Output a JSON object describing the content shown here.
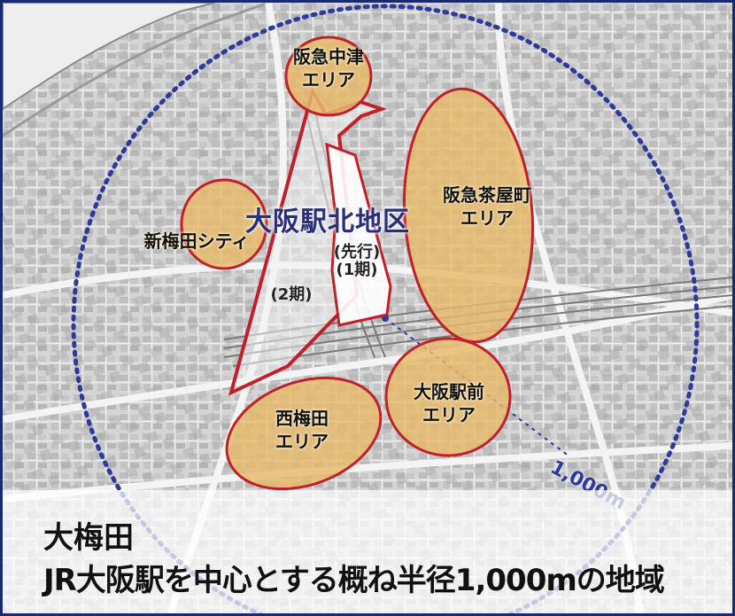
{
  "map": {
    "district_name": "大阪駅北地区",
    "phase_first": "(先行)\n(1期)",
    "phase_second": "(2期)",
    "radius_label": "1,000m",
    "areas": [
      {
        "key": "hankyu-nakatsu",
        "label": "阪急中津\nエリア"
      },
      {
        "key": "hankyu-chayamachi",
        "label": "阪急茶屋町\nエリア"
      },
      {
        "key": "shin-umeda-city",
        "label": "新梅田シティ"
      },
      {
        "key": "nishi-umeda",
        "label": "西梅田\nエリア"
      },
      {
        "key": "osaka-ekimae",
        "label": "大阪駅前\nエリア"
      }
    ],
    "colors": {
      "area_outline": "#c0202a",
      "area_fill": "#e8b96a",
      "radius_circle": "#2d3a9c",
      "district_outline": "#c0202a",
      "frame_border": "#1a2a6e"
    }
  },
  "caption": {
    "title": "大梅田",
    "text": "JR大阪駅を中心とする概ね半径1,000mの地域"
  }
}
